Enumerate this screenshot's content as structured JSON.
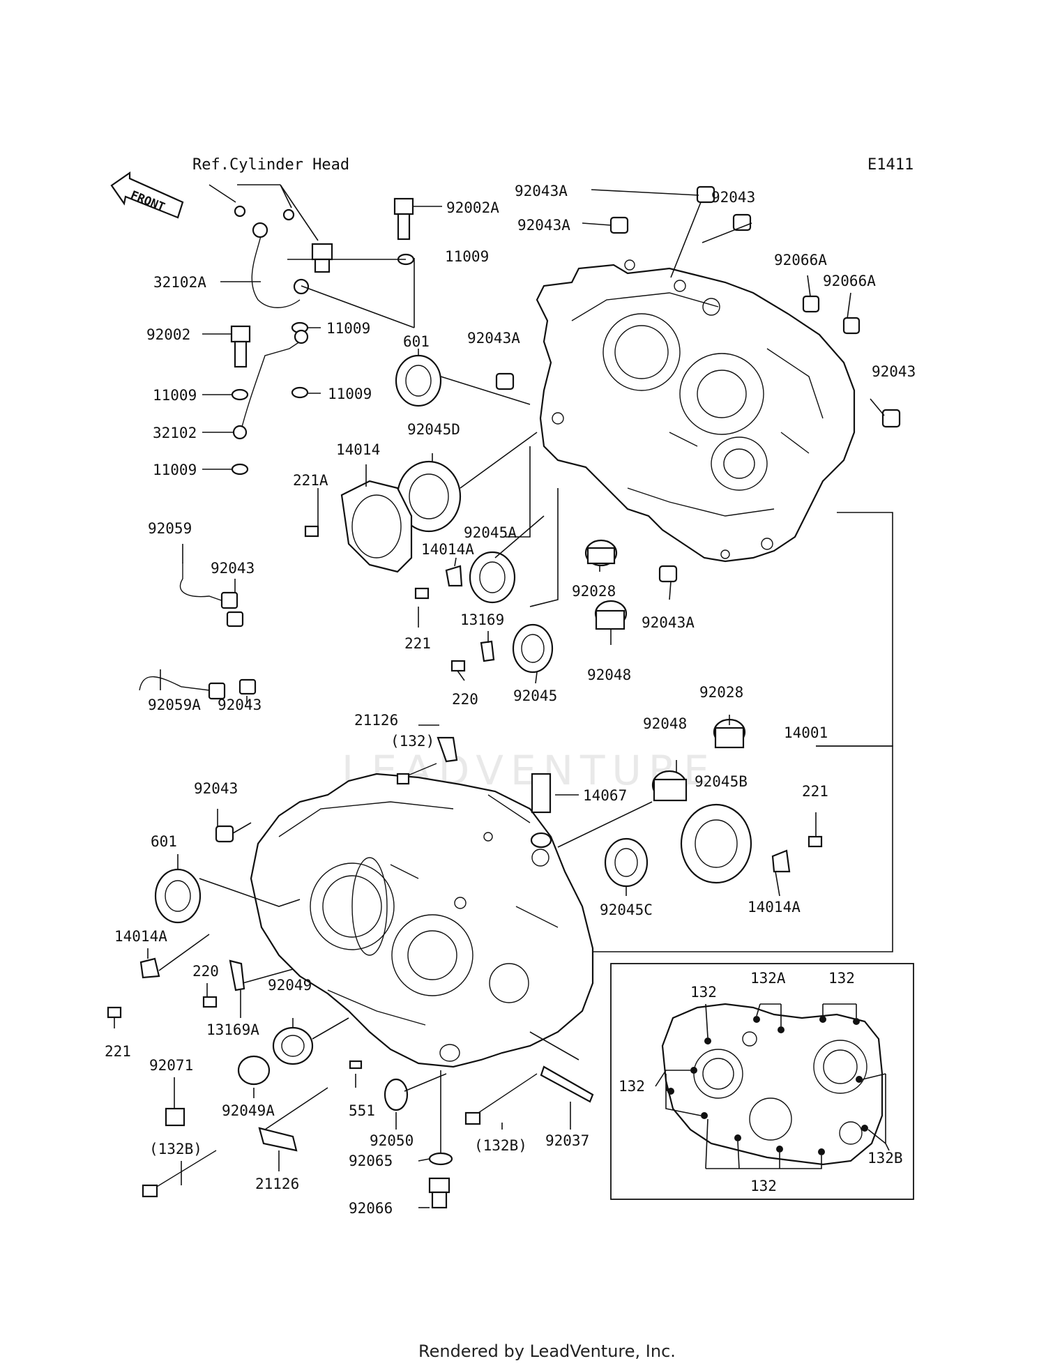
{
  "diagram_code": "E1411",
  "reference_note": "Ref.Cylinder Head",
  "front_arrow_text": "FRONT",
  "watermark": "LEADVENTURE",
  "footer": "Rendered by LeadVenture, Inc.",
  "callouts": [
    {
      "id": "c-92002a",
      "text": "92002A"
    },
    {
      "id": "c-92043a-1",
      "text": "92043A"
    },
    {
      "id": "c-92043a-2",
      "text": "92043A"
    },
    {
      "id": "c-92043-1",
      "text": "92043"
    },
    {
      "id": "c-92066a-1",
      "text": "92066A"
    },
    {
      "id": "c-92066a-2",
      "text": "92066A"
    },
    {
      "id": "c-11009-1",
      "text": "11009"
    },
    {
      "id": "c-32102a",
      "text": "32102A"
    },
    {
      "id": "c-92002",
      "text": "92002"
    },
    {
      "id": "c-11009-2",
      "text": "11009"
    },
    {
      "id": "c-601-1",
      "text": "601"
    },
    {
      "id": "c-92043a-3",
      "text": "92043A"
    },
    {
      "id": "c-92043-2",
      "text": "92043"
    },
    {
      "id": "c-11009-3",
      "text": "11009"
    },
    {
      "id": "c-11009-4",
      "text": "11009"
    },
    {
      "id": "c-32102",
      "text": "32102"
    },
    {
      "id": "c-14014",
      "text": "14014"
    },
    {
      "id": "c-92045d",
      "text": "92045D"
    },
    {
      "id": "c-11009-5",
      "text": "11009"
    },
    {
      "id": "c-221a",
      "text": "221A"
    },
    {
      "id": "c-92059",
      "text": "92059"
    },
    {
      "id": "c-92045a",
      "text": "92045A"
    },
    {
      "id": "c-14014a-1",
      "text": "14014A"
    },
    {
      "id": "c-92043-3",
      "text": "92043"
    },
    {
      "id": "c-92028-1",
      "text": "92028"
    },
    {
      "id": "c-92043a-4",
      "text": "92043A"
    },
    {
      "id": "c-13169",
      "text": "13169"
    },
    {
      "id": "c-221-1",
      "text": "221"
    },
    {
      "id": "c-92048-1",
      "text": "92048"
    },
    {
      "id": "c-92045",
      "text": "92045"
    },
    {
      "id": "c-220-1",
      "text": "220"
    },
    {
      "id": "c-92059a",
      "text": "92059A"
    },
    {
      "id": "c-92043-4",
      "text": "92043"
    },
    {
      "id": "c-92028-2",
      "text": "92028"
    },
    {
      "id": "c-21126-1",
      "text": "21126"
    },
    {
      "id": "c-132-p1",
      "text": "(132)"
    },
    {
      "id": "c-14001",
      "text": "14001"
    },
    {
      "id": "c-92048-2",
      "text": "92048"
    },
    {
      "id": "c-92043-5",
      "text": "92043"
    },
    {
      "id": "c-14067",
      "text": "14067"
    },
    {
      "id": "c-92045b",
      "text": "92045B"
    },
    {
      "id": "c-221-2",
      "text": "221"
    },
    {
      "id": "c-601-2",
      "text": "601"
    },
    {
      "id": "c-92045c",
      "text": "92045C"
    },
    {
      "id": "c-14014a-2",
      "text": "14014A"
    },
    {
      "id": "c-14014a-3",
      "text": "14014A"
    },
    {
      "id": "c-220-2",
      "text": "220"
    },
    {
      "id": "c-92049",
      "text": "92049"
    },
    {
      "id": "c-13169a",
      "text": "13169A"
    },
    {
      "id": "c-221-3",
      "text": "221"
    },
    {
      "id": "c-92071",
      "text": "92071"
    },
    {
      "id": "c-92049a",
      "text": "92049A"
    },
    {
      "id": "c-551",
      "text": "551"
    },
    {
      "id": "c-132b-1",
      "text": "(132B)"
    },
    {
      "id": "c-92050",
      "text": "92050"
    },
    {
      "id": "c-132b-2",
      "text": "(132B)"
    },
    {
      "id": "c-92037",
      "text": "92037"
    },
    {
      "id": "c-92065",
      "text": "92065"
    },
    {
      "id": "c-21126-2",
      "text": "21126"
    },
    {
      "id": "c-92066",
      "text": "92066"
    },
    {
      "id": "c-inset-132-1",
      "text": "132"
    },
    {
      "id": "c-inset-132a",
      "text": "132A"
    },
    {
      "id": "c-inset-132-2",
      "text": "132"
    },
    {
      "id": "c-inset-132-3",
      "text": "132"
    },
    {
      "id": "c-inset-132b",
      "text": "132B"
    },
    {
      "id": "c-inset-132-4",
      "text": "132"
    }
  ]
}
